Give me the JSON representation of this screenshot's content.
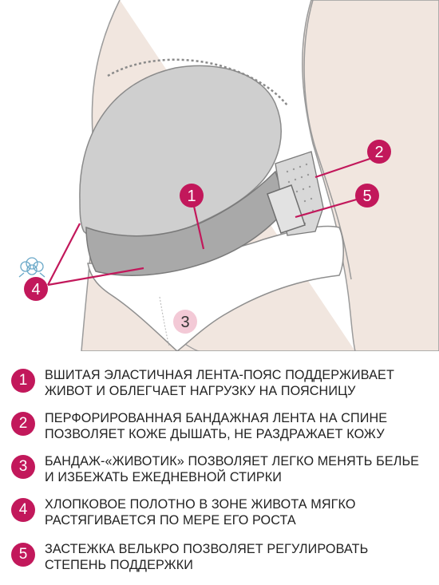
{
  "colors": {
    "accent": "#c2185b",
    "skin": "#f1e6df",
    "band_gray": "#a9a9a9",
    "panel_gray": "#cfcfcf"
  },
  "callouts": [
    {
      "num": "1"
    },
    {
      "num": "2"
    },
    {
      "num": "3"
    },
    {
      "num": "4"
    },
    {
      "num": "5"
    }
  ],
  "legend": [
    {
      "num": "1",
      "lines": [
        "ВШИТАЯ ЭЛАСТИЧНАЯ ЛЕНТА-ПОЯС ПОДДЕРЖИВАЕТ",
        "ЖИВОТ И ОБЛЕГЧАЕТ НАГРУЗКУ НА ПОЯСНИЦУ"
      ]
    },
    {
      "num": "2",
      "lines": [
        "ПЕРФОРИРОВАННАЯ БАНДАЖНАЯ ЛЕНТА НА СПИНЕ",
        "ПОЗВОЛЯЕТ КОЖЕ ДЫШАТЬ, НЕ РАЗДРАЖАЕТ КОЖУ"
      ]
    },
    {
      "num": "3",
      "lines": [
        "БАНДАЖ-«ЖИВОТИК» ПОЗВОЛЯЕТ ЛЕГКО МЕНЯТЬ БЕЛЬЕ",
        "И ИЗБЕЖАТЬ ЕЖЕДНЕВНОЙ СТИРКИ"
      ]
    },
    {
      "num": "4",
      "lines": [
        "ХЛОПКОВОЕ ПОЛОТНО В ЗОНЕ ЖИВОТА МЯГКО",
        "РАСТЯГИВАЕТСЯ ПО МЕРЕ ЕГО РОСТА"
      ]
    },
    {
      "num": "5",
      "lines": [
        "ЗАСТЕЖКА ВЕЛЬКРО ПОЗВОЛЯЕТ РЕГУЛИРОВАТЬ",
        "СТЕПЕНЬ ПОДДЕРЖКИ"
      ]
    }
  ]
}
